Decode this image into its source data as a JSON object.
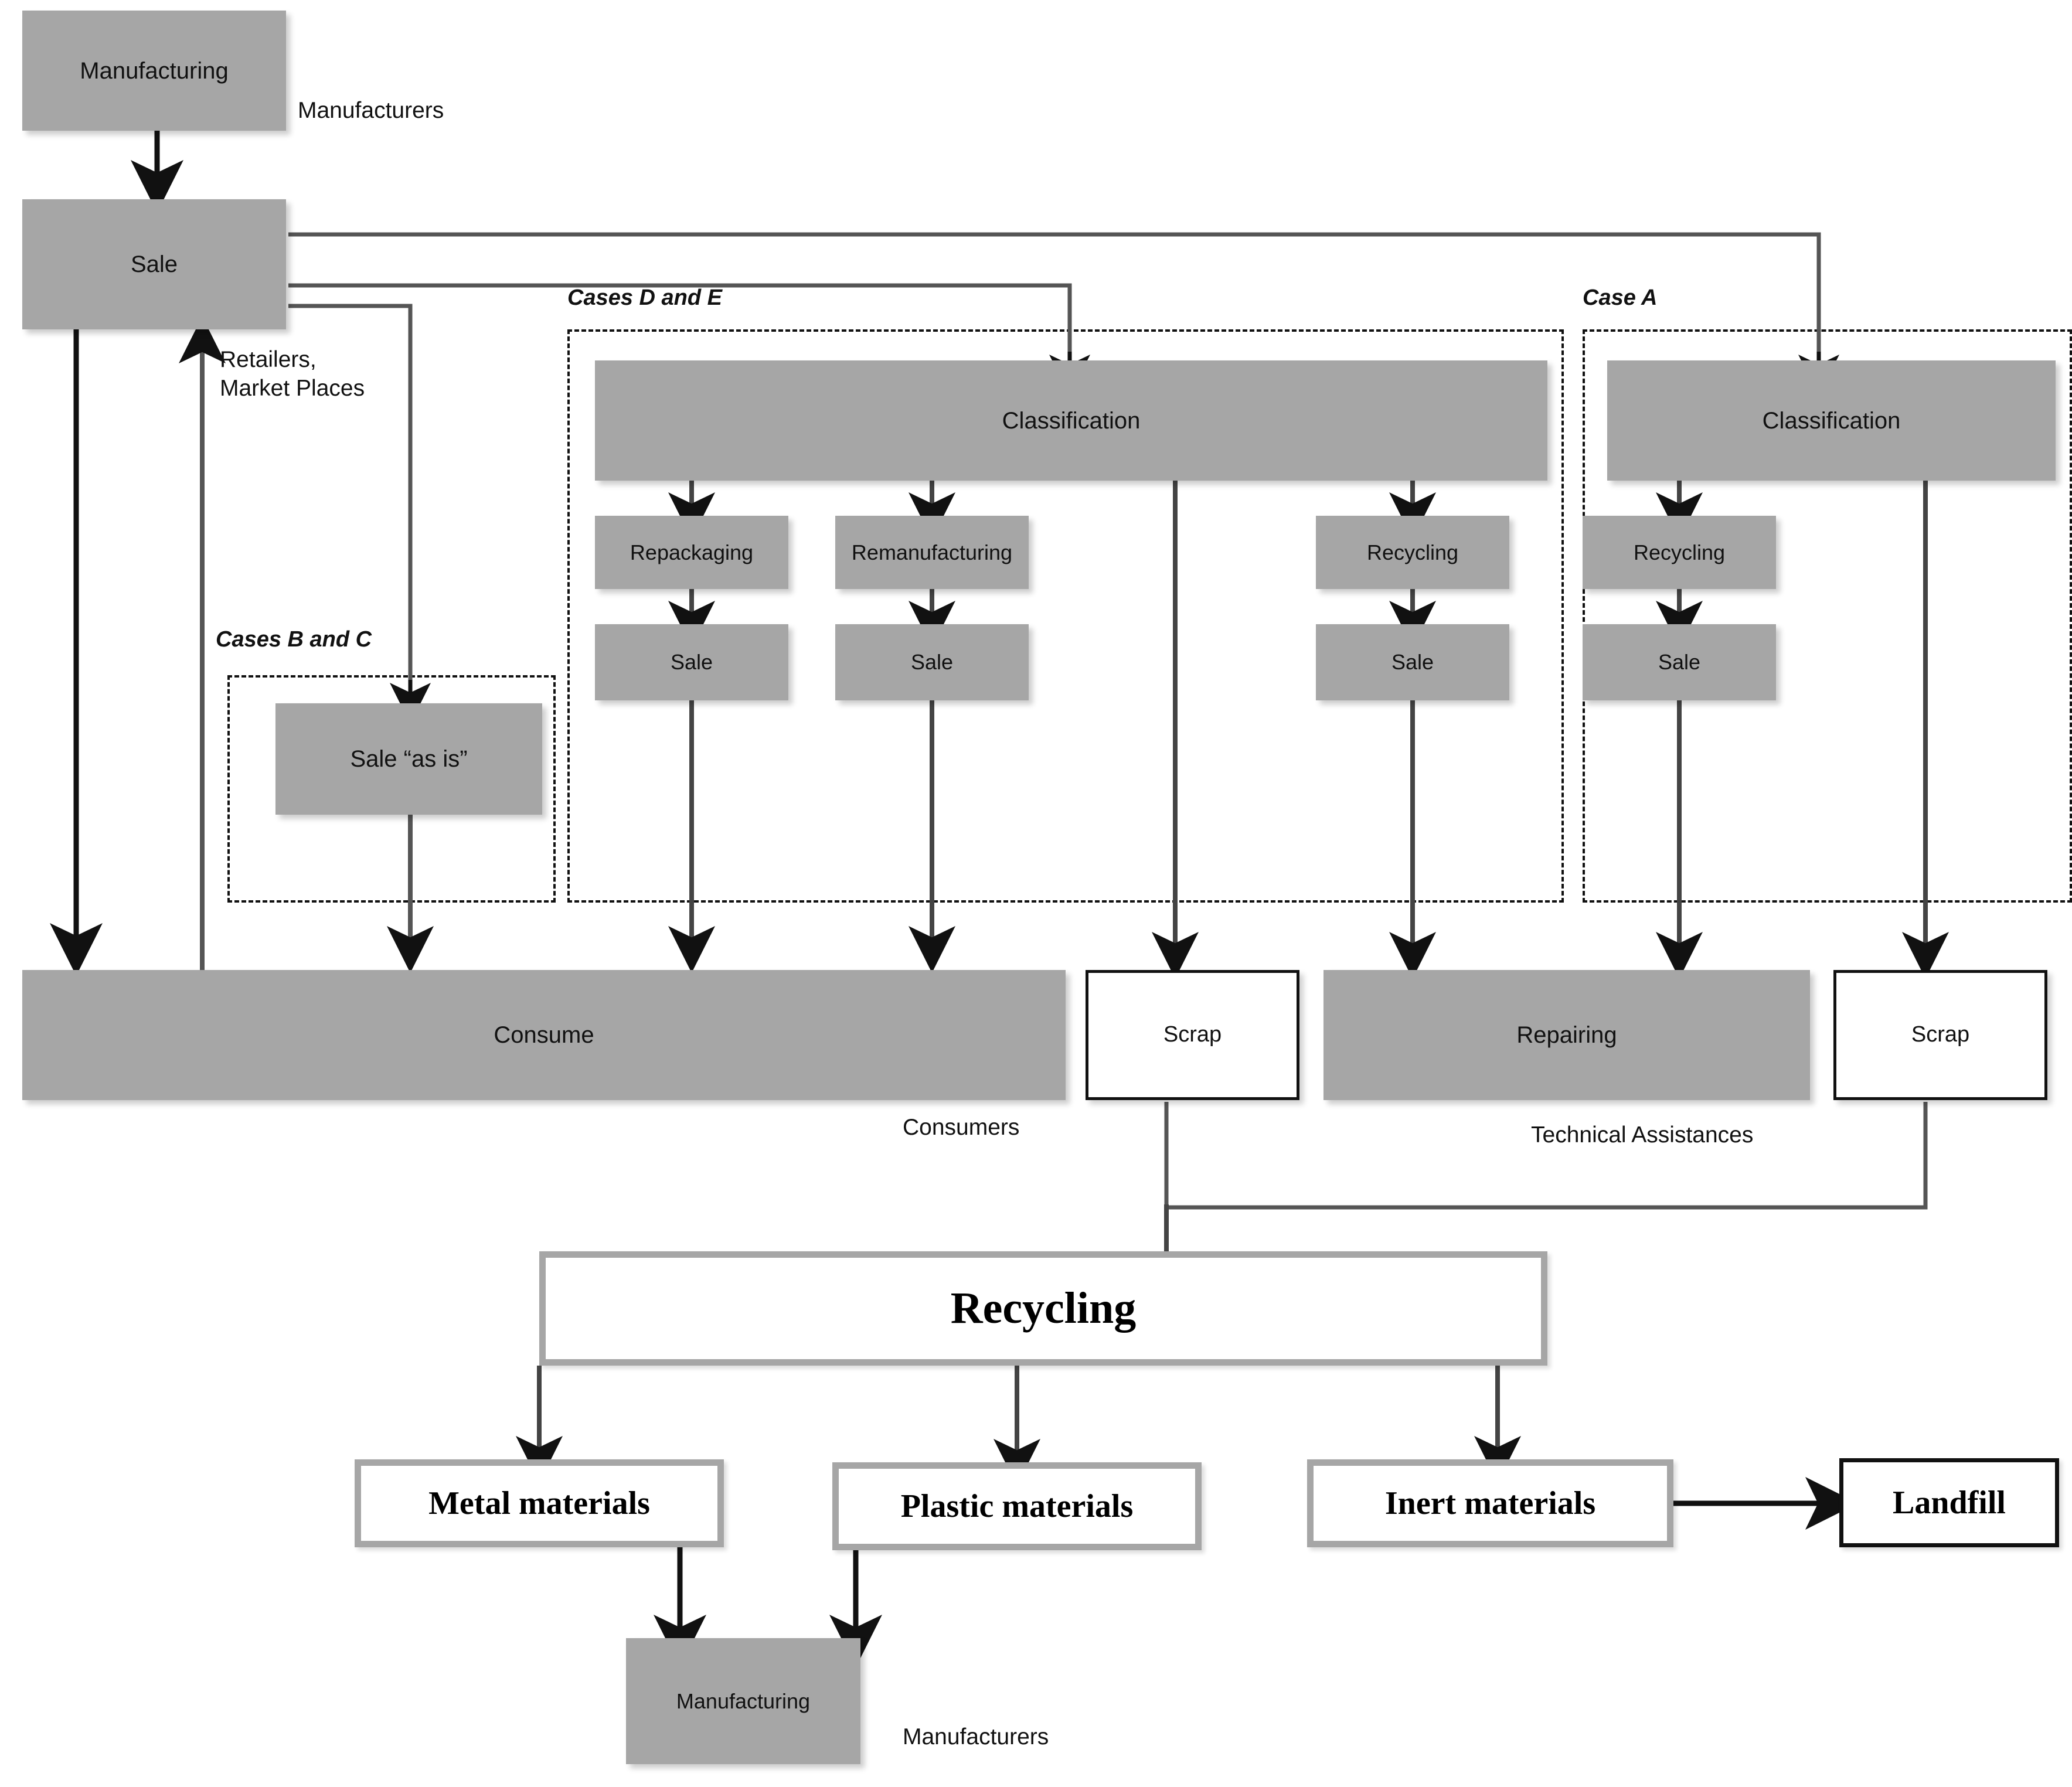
{
  "diagram": {
    "title": "Reverse supply chain / product recovery flowchart",
    "colors": {
      "node_fill": "#a6a6a6",
      "node_text": "#111111",
      "connector": "#3a3a3a",
      "frame_dash": "#111111",
      "white_fill": "#ffffff"
    },
    "case_labels": {
      "b_and_c": "Cases B and C",
      "d_and_e": "Cases D and E",
      "a": "Case A"
    },
    "actor_labels": {
      "manufacturers_top": "Manufacturers",
      "retailers": "Retailers,\nMarket Places",
      "consumers": "Consumers",
      "technical_assistances": "Technical Assistances",
      "manufacturers_bottom": "Manufacturers"
    },
    "nodes": {
      "manufacturing_top": "Manufacturing",
      "sale_top": "Sale",
      "classification_de": "Classification",
      "classification_a": "Classification",
      "repackaging": "Repackaging",
      "remanufacturing": "Remanufacturing",
      "recycling_de": "Recycling",
      "recycling_a": "Recycling",
      "sale_as_is": "Sale “as is”",
      "sale_repackaging": "Sale",
      "sale_remanufacturing": "Sale",
      "sale_recycling_de": "Sale",
      "sale_recycling_a": "Sale",
      "consume": "Consume",
      "scrap_left": "Scrap",
      "repairing": "Repairing",
      "scrap_right": "Scrap",
      "recycling_main": "Recycling",
      "metal_materials": "Metal materials",
      "plastic_materials": "Plastic materials",
      "inert_materials": "Inert  materials",
      "landfill": "Landfill",
      "manufacturing_bottom": "Manufacturing"
    }
  }
}
